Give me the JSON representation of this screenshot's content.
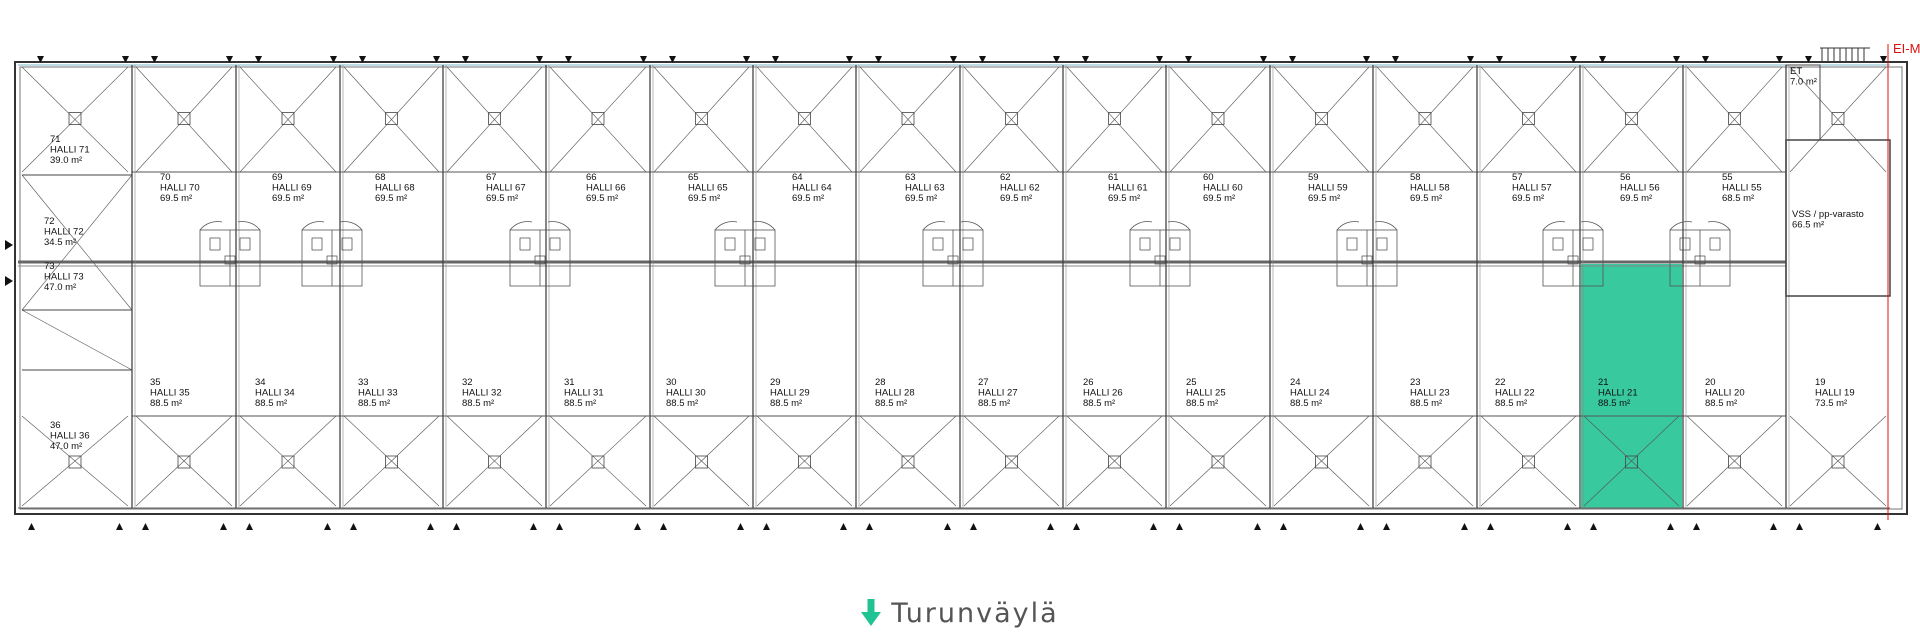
{
  "top_units": [
    {
      "num": "71",
      "name": "HALLI 71",
      "area": "39.0 m²"
    },
    {
      "num": "70",
      "name": "HALLI 70",
      "area": "69.5 m²"
    },
    {
      "num": "69",
      "name": "HALLI 69",
      "area": "69.5 m²"
    },
    {
      "num": "68",
      "name": "HALLI 68",
      "area": "69.5 m²"
    },
    {
      "num": "67",
      "name": "HALLI 67",
      "area": "69.5 m²"
    },
    {
      "num": "66",
      "name": "HALLI 66",
      "area": "69.5 m²"
    },
    {
      "num": "65",
      "name": "HALLI 65",
      "area": "69.5 m²"
    },
    {
      "num": "64",
      "name": "HALLI 64",
      "area": "69.5 m²"
    },
    {
      "num": "63",
      "name": "HALLI 63",
      "area": "69.5 m²"
    },
    {
      "num": "62",
      "name": "HALLI 62",
      "area": "69.5 m²"
    },
    {
      "num": "61",
      "name": "HALLI 61",
      "area": "69.5 m²"
    },
    {
      "num": "60",
      "name": "HALLI 60",
      "area": "69.5 m²"
    },
    {
      "num": "59",
      "name": "HALLI 59",
      "area": "69.5 m²"
    },
    {
      "num": "58",
      "name": "HALLI 58",
      "area": "69.5 m²"
    },
    {
      "num": "57",
      "name": "HALLI 57",
      "area": "69.5 m²"
    },
    {
      "num": "56",
      "name": "HALLI 56",
      "area": "69.5 m²"
    },
    {
      "num": "55",
      "name": "HALLI 55",
      "area": "68.5 m²"
    }
  ],
  "bottom_units": [
    {
      "num": "36",
      "name": "HALLI 36",
      "area": "47.0 m²"
    },
    {
      "num": "35",
      "name": "HALLI 35",
      "area": "88.5 m²"
    },
    {
      "num": "34",
      "name": "HALLI 34",
      "area": "88.5 m²"
    },
    {
      "num": "33",
      "name": "HALLI 33",
      "area": "88.5 m²"
    },
    {
      "num": "32",
      "name": "HALLI 32",
      "area": "88.5 m²"
    },
    {
      "num": "31",
      "name": "HALLI 31",
      "area": "88.5 m²"
    },
    {
      "num": "30",
      "name": "HALLI 30",
      "area": "88.5 m²"
    },
    {
      "num": "29",
      "name": "HALLI 29",
      "area": "88.5 m²"
    },
    {
      "num": "28",
      "name": "HALLI 28",
      "area": "88.5 m²"
    },
    {
      "num": "27",
      "name": "HALLI 27",
      "area": "88.5 m²"
    },
    {
      "num": "26",
      "name": "HALLI 26",
      "area": "88.5 m²"
    },
    {
      "num": "25",
      "name": "HALLI 25",
      "area": "88.5 m²"
    },
    {
      "num": "24",
      "name": "HALLI 24",
      "area": "88.5 m²"
    },
    {
      "num": "23",
      "name": "HALLI 23",
      "area": "88.5 m²"
    },
    {
      "num": "22",
      "name": "HALLI 22",
      "area": "88.5 m²"
    },
    {
      "num": "21",
      "name": "HALLI 21",
      "area": "88.5 m²"
    },
    {
      "num": "20",
      "name": "HALLI 20",
      "area": "88.5 m²"
    },
    {
      "num": "19",
      "name": "HALLI 19",
      "area": "73.5 m²"
    }
  ],
  "west_units": [
    {
      "num": "72",
      "name": "HALLI 72",
      "area": "34.5 m²"
    },
    {
      "num": "73",
      "name": "HALLI 73",
      "area": "47.0 m²"
    }
  ],
  "storage": {
    "name": "VSS / pp-varasto",
    "area": "66.5 m²"
  },
  "et": {
    "name": "ET",
    "area": "7.0 m²"
  },
  "corner_label": "EI-M",
  "highlighted_unit": "21",
  "highlight_color": "#22c393",
  "street": {
    "label": "Turunväylä",
    "arrow_color": "#22c393"
  }
}
